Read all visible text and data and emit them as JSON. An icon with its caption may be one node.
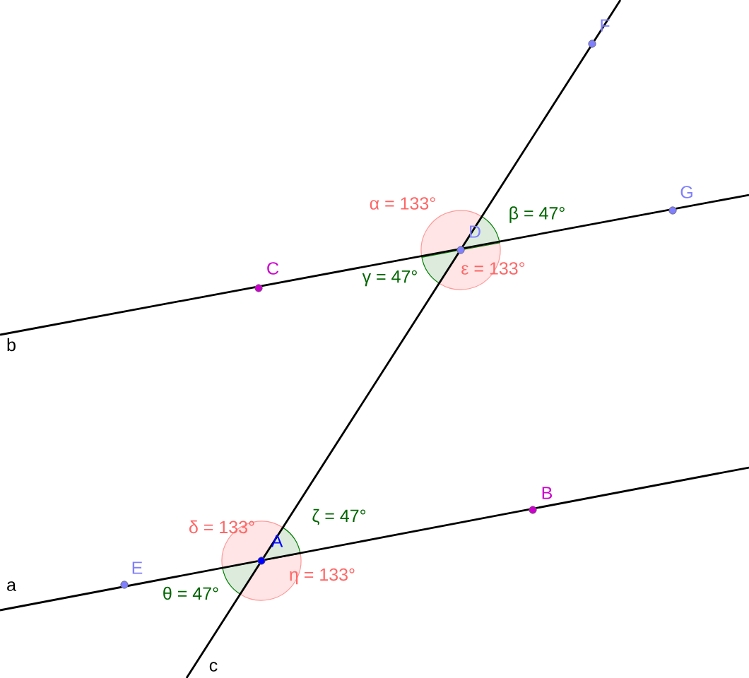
{
  "diagram": {
    "labels": [
      "F",
      "α = 133°",
      "β = 47°",
      "G",
      "D",
      "C",
      "γ = 47°",
      "ε = 133°",
      "b",
      "ζ = 47°",
      "B",
      "δ = 133°",
      "A",
      "a",
      "E",
      "θ = 47°",
      "η = 133°",
      "c"
    ]
  }
}
